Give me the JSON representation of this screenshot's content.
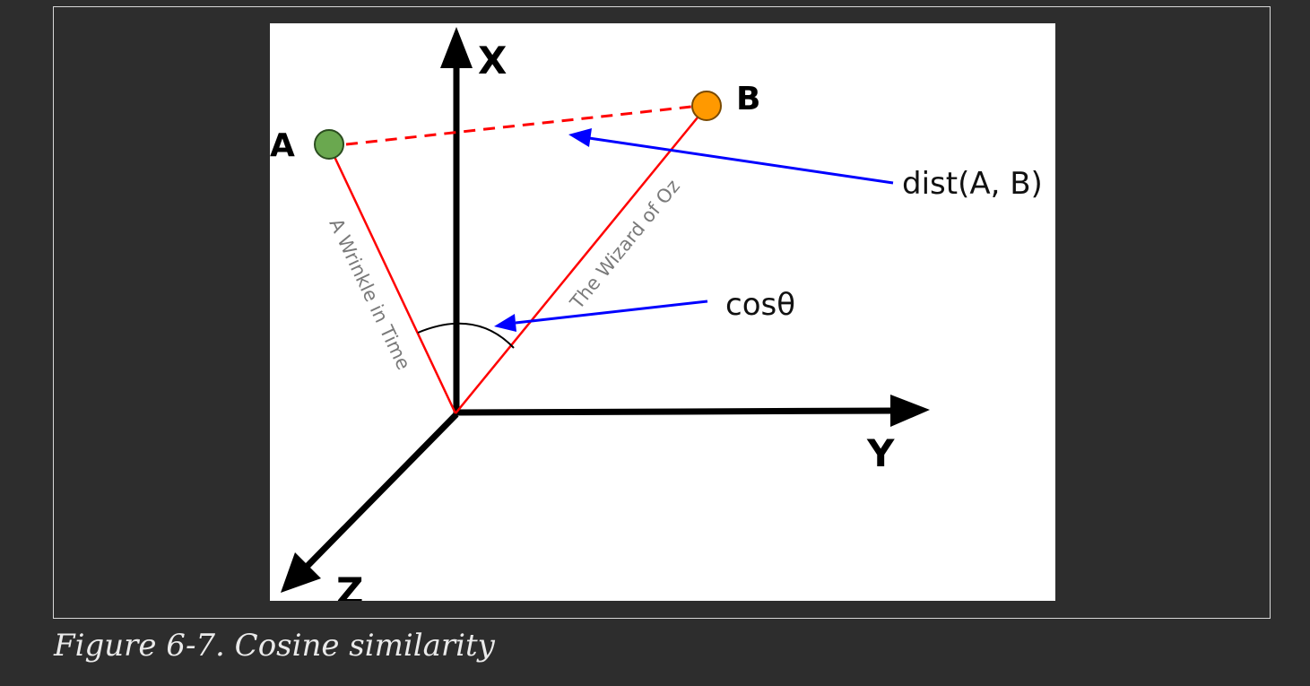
{
  "axes": {
    "x_label": "X",
    "y_label": "Y",
    "z_label": "Z"
  },
  "points": {
    "a_label": "A",
    "b_label": "B",
    "a_color": "#6aa84f",
    "b_color": "#ff9900"
  },
  "vectors": {
    "a_title": "A Wrinkle in Time",
    "b_title": "The Wizard of Oz",
    "color": "#ff0000"
  },
  "annotations": {
    "distance": "dist(A, B)",
    "cosine": "cosθ",
    "arrow_color": "#0000ff"
  },
  "caption": "Figure 6-7. Cosine similarity"
}
